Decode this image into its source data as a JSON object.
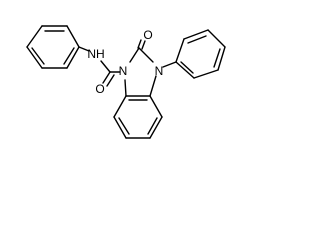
{
  "molecule": {
    "atoms": {
      "amide_nh": "NH",
      "amide_o": "O",
      "urea_n1": "N",
      "urea_o": "O",
      "urea_n3": "N"
    }
  }
}
